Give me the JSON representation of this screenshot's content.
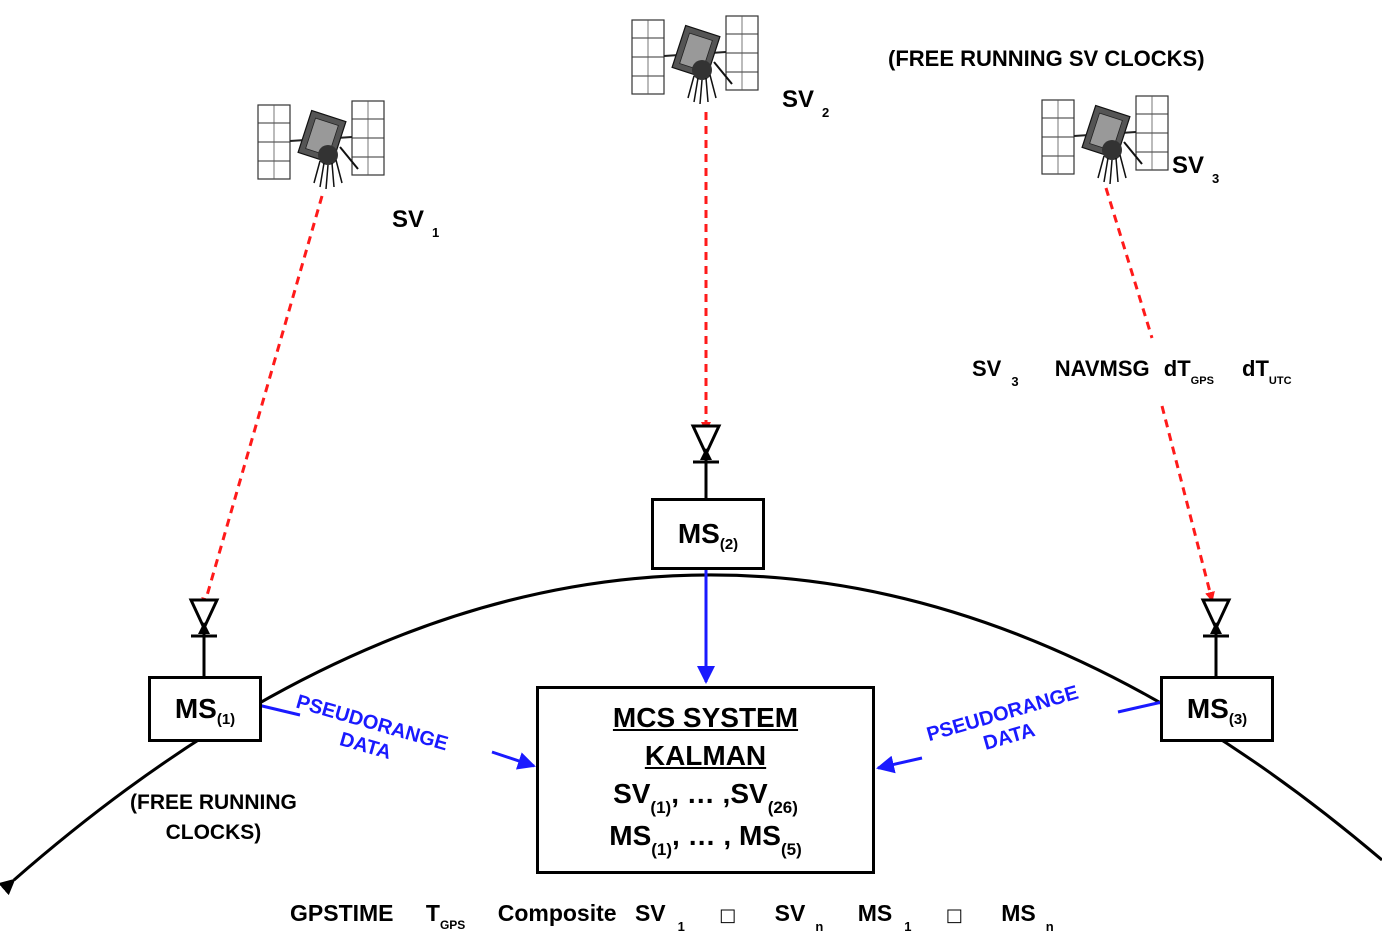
{
  "top_note": "(FREE RUNNING SV CLOCKS)",
  "satellites": [
    {
      "label": "SV",
      "sub": "1"
    },
    {
      "label": "SV",
      "sub": "2"
    },
    {
      "label": "SV",
      "sub": "3"
    }
  ],
  "navmsg": {
    "sv": "SV",
    "sv_sub": "3",
    "navmsg": "NAVMSG",
    "dt_gps": "dT",
    "dt_gps_sub": "GPS",
    "dt_utc": "dT",
    "dt_utc_sub": "UTC"
  },
  "monitor_stations": [
    {
      "label": "MS",
      "sub": "(1)"
    },
    {
      "label": "MS",
      "sub": "(2)"
    },
    {
      "label": "MS",
      "sub": "(3)"
    }
  ],
  "pseudorange_left": {
    "line1": "PSEUDORANGE",
    "line2": "DATA"
  },
  "pseudorange_right": {
    "line1": "PSEUDORANGE",
    "line2": "DATA"
  },
  "free_running_clocks": {
    "line1": "(FREE RUNNING",
    "line2": "CLOCKS)"
  },
  "mcs": {
    "title": "MCS SYSTEM",
    "subtitle": "KALMAN",
    "sv_line": {
      "a": "SV",
      "a_sub": "(1)",
      "mid": ", … ,",
      "b": "SV",
      "b_sub": "(26)"
    },
    "ms_line": {
      "a": "MS",
      "a_sub": "(1)",
      "mid": ", … , ",
      "b": "MS",
      "b_sub": "(5)"
    }
  },
  "equation": {
    "gpstime": "GPSTIME",
    "t": "T",
    "t_sub": "GPS",
    "composite": "Composite",
    "sv1": "SV",
    "sv1_sub": "1",
    "op1": "□",
    "svn": "SV",
    "svn_sub": "n",
    "ms1": "MS",
    "ms1_sub": "1",
    "op2": "□",
    "msn": "MS",
    "msn_sub": "n"
  },
  "colors": {
    "red_link": "#ff1a1a",
    "blue_link": "#1a1aff",
    "stroke": "#000000"
  },
  "icons": [
    "satellite-icon",
    "antenna-icon",
    "arrow-icon"
  ]
}
